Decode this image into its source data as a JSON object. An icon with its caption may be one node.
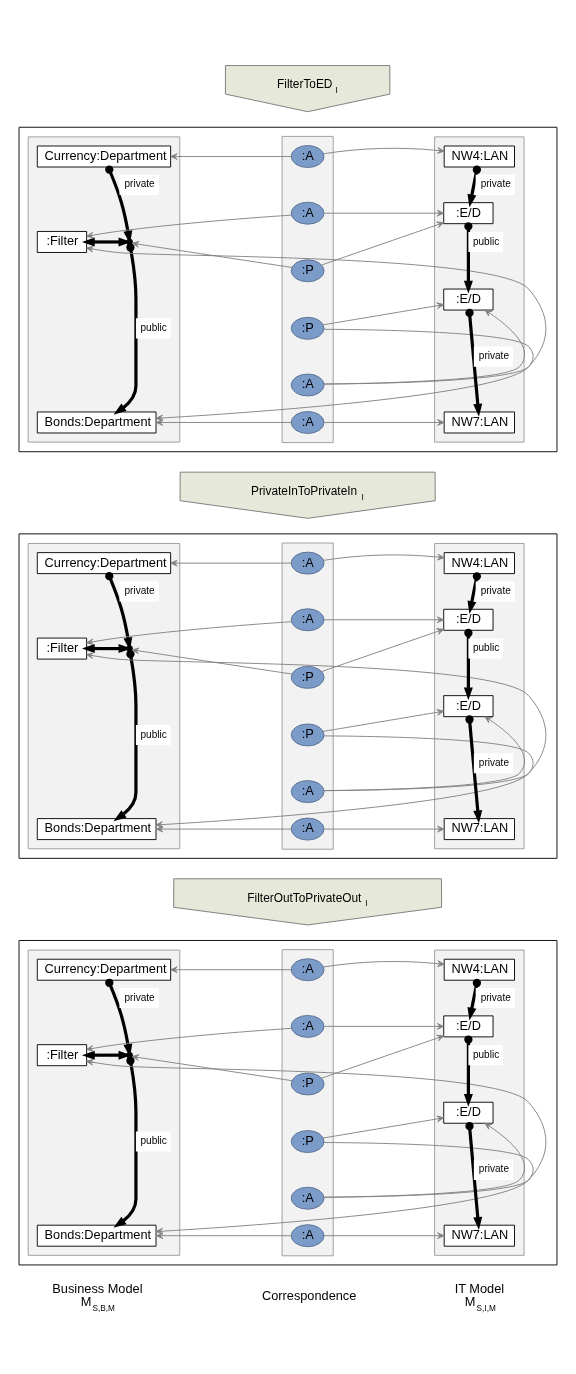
{
  "diagram": {
    "nodes": [
      {
        "text": [
          "FilterToED$_{I}$"
        ]
      },
      {
        "text": [],
        "shape": "box"
      },
      {
        "text": [],
        "shape": "box",
        "in": 1
      },
      {
        "text": [
          "Currency:Department"
        ],
        "in": 2
      },
      {
        "text": [
          ":Filter"
        ],
        "in": 2
      },
      {
        "text": [],
        "shape": "circle",
        "in": 2
      },
      {
        "text": [
          "Bonds:Department"
        ],
        "in": 2
      },
      {
        "text": [],
        "shape": "box",
        "in": 1
      },
      {
        "text": [
          ":A"
        ],
        "in": 7
      },
      {
        "text": [
          ":A"
        ],
        "in": 7
      },
      {
        "text": [
          ":P"
        ],
        "in": 7
      },
      {
        "text": [
          ":P"
        ],
        "in": 7
      },
      {
        "text": [
          ":A"
        ],
        "in": 7
      },
      {
        "text": [
          ":A"
        ],
        "in": 7
      },
      {
        "text": [],
        "shape": "box",
        "in": 1
      },
      {
        "text": [
          "NW4:LAN"
        ],
        "in": 14
      },
      {
        "text": [
          ":E/D"
        ],
        "in": 14
      },
      {
        "text": [
          ":E/D"
        ],
        "in": 14
      },
      {
        "text": [
          "NW7:LAN"
        ],
        "in": 14
      },
      {
        "text": [
          "PrivateInToPrivateIn$_{I}$"
        ]
      },
      {
        "text": [],
        "shape": "box"
      },
      {
        "text": [],
        "shape": "box",
        "in": 20
      },
      {
        "text": [
          "Currency:Department"
        ],
        "in": 21
      },
      {
        "text": [
          ":Filter"
        ],
        "in": 21
      },
      {
        "text": [],
        "shape": "circle",
        "in": 21
      },
      {
        "text": [
          "Bonds:Department"
        ],
        "in": 21
      },
      {
        "text": [],
        "shape": "box",
        "in": 20
      },
      {
        "text": [
          ":A"
        ],
        "in": 26
      },
      {
        "text": [
          ":A"
        ],
        "in": 26
      },
      {
        "text": [
          ":P"
        ],
        "in": 26
      },
      {
        "text": [
          ":P"
        ],
        "in": 26
      },
      {
        "text": [
          ":A"
        ],
        "in": 26
      },
      {
        "text": [
          ":A"
        ],
        "in": 26
      },
      {
        "text": [],
        "shape": "box",
        "in": 20
      },
      {
        "text": [
          "NW4:LAN"
        ],
        "in": 33
      },
      {
        "text": [
          ":E/D"
        ],
        "in": 33
      },
      {
        "text": [
          ":E/D"
        ],
        "in": 33
      },
      {
        "text": [
          "NW7:LAN"
        ],
        "in": 33
      },
      {
        "text": [
          "FilterOutToPrivateOut$_{I}$"
        ]
      },
      {
        "text": [],
        "shape": "box"
      },
      {
        "text": [],
        "shape": "box",
        "in": 39
      },
      {
        "text": [
          "Currency:Department"
        ],
        "in": 40
      },
      {
        "text": [
          ":Filter"
        ],
        "in": 40
      },
      {
        "text": [],
        "shape": "circle",
        "in": 40
      },
      {
        "text": [
          "Bonds:Department"
        ],
        "in": 40
      },
      {
        "text": [],
        "shape": "box",
        "in": 39
      },
      {
        "text": [
          ":A"
        ],
        "in": 45
      },
      {
        "text": [
          ":A"
        ],
        "in": 45
      },
      {
        "text": [
          ":P"
        ],
        "in": 45
      },
      {
        "text": [
          ":P"
        ],
        "in": 45
      },
      {
        "text": [
          ":A"
        ],
        "in": 45
      },
      {
        "text": [
          ":A"
        ],
        "in": 45
      },
      {
        "text": [],
        "shape": "box",
        "in": 39
      },
      {
        "text": [
          "NW4:LAN"
        ],
        "in": 52
      },
      {
        "text": [
          ":E/D"
        ],
        "in": 52
      },
      {
        "text": [
          ":E/D"
        ],
        "in": 52
      },
      {
        "text": [
          "NW7:LAN"
        ],
        "in": 52
      }
    ],
    "edges": [
      {
        "from": 3,
        "to": 5,
        "arrow": "to",
        "label": "private",
        "style": "thick",
        "color": "#000000"
      },
      {
        "from": 5,
        "to": 6,
        "arrow": "to",
        "label": "public",
        "style": "thick",
        "color": "#000000"
      },
      {
        "from": 4,
        "to": 5,
        "arrow": "both",
        "style": "thick",
        "color": "#000000"
      },
      {
        "from": 15,
        "to": 16,
        "arrow": "to",
        "label": "private",
        "style": "thick",
        "color": "#000000"
      },
      {
        "from": 16,
        "to": 17,
        "arrow": "to",
        "label": "public",
        "style": "thick",
        "color": "#000000"
      },
      {
        "from": 17,
        "to": 18,
        "arrow": "to",
        "label": "private",
        "style": "thick",
        "color": "#000000"
      },
      {
        "from": 8,
        "to": 3,
        "arrow": "to"
      },
      {
        "from": 8,
        "to": 15,
        "arrow": "to"
      },
      {
        "from": 9,
        "to": 4,
        "arrow": "to"
      },
      {
        "from": 9,
        "to": 16,
        "arrow": "to"
      },
      {
        "from": 10,
        "to": 5,
        "arrow": "to"
      },
      {
        "from": 10,
        "to": 16,
        "arrow": "to"
      },
      {
        "from": 11,
        "to": 6,
        "arrow": "to"
      },
      {
        "from": 11,
        "to": 17,
        "arrow": "to"
      },
      {
        "from": 12,
        "to": 4,
        "arrow": "to"
      },
      {
        "from": 12,
        "to": 17,
        "arrow": "to"
      },
      {
        "from": 13,
        "to": 6,
        "arrow": "to"
      },
      {
        "from": 13,
        "to": 18,
        "arrow": "to"
      },
      {
        "from": 22,
        "to": 24,
        "arrow": "to",
        "label": "private",
        "style": "thick",
        "color": "#000000"
      },
      {
        "from": 24,
        "to": 25,
        "arrow": "to",
        "label": "public",
        "style": "thick",
        "color": "#000000"
      },
      {
        "from": 23,
        "to": 24,
        "arrow": "both",
        "style": "thick",
        "color": "#000000"
      },
      {
        "from": 34,
        "to": 35,
        "arrow": "to",
        "label": "private",
        "style": "thick",
        "color": "#000000"
      },
      {
        "from": 35,
        "to": 36,
        "arrow": "to",
        "label": "public",
        "style": "thick",
        "color": "#000000"
      },
      {
        "from": 36,
        "to": 37,
        "arrow": "to",
        "label": "private",
        "style": "thick",
        "color": "#000000"
      },
      {
        "from": 27,
        "to": 22,
        "arrow": "to"
      },
      {
        "from": 27,
        "to": 34,
        "arrow": "to"
      },
      {
        "from": 28,
        "to": 23,
        "arrow": "to"
      },
      {
        "from": 28,
        "to": 35,
        "arrow": "to"
      },
      {
        "from": 29,
        "to": 24,
        "arrow": "to"
      },
      {
        "from": 29,
        "to": 35,
        "arrow": "to"
      },
      {
        "from": 30,
        "to": 25,
        "arrow": "to"
      },
      {
        "from": 30,
        "to": 36,
        "arrow": "to"
      },
      {
        "from": 31,
        "to": 23,
        "arrow": "to"
      },
      {
        "from": 31,
        "to": 36,
        "arrow": "to"
      },
      {
        "from": 32,
        "to": 25,
        "arrow": "to"
      },
      {
        "from": 32,
        "to": 37,
        "arrow": "to"
      },
      {
        "from": 41,
        "to": 43,
        "arrow": "to",
        "label": "private",
        "style": "thick",
        "color": "#000000"
      },
      {
        "from": 43,
        "to": 44,
        "arrow": "to",
        "label": "public",
        "style": "thick",
        "color": "#000000"
      },
      {
        "from": 42,
        "to": 43,
        "arrow": "both",
        "style": "thick",
        "color": "#000000"
      },
      {
        "from": 53,
        "to": 54,
        "arrow": "to",
        "label": "private",
        "style": "thick",
        "color": "#000000"
      },
      {
        "from": 54,
        "to": 55,
        "arrow": "to",
        "label": "public",
        "style": "thick",
        "color": "#000000"
      },
      {
        "from": 55,
        "to": 56,
        "arrow": "to",
        "label": "private",
        "style": "thick",
        "color": "#000000"
      },
      {
        "from": 46,
        "to": 41,
        "arrow": "to"
      },
      {
        "from": 46,
        "to": 53,
        "arrow": "to"
      },
      {
        "from": 47,
        "to": 42,
        "arrow": "to"
      },
      {
        "from": 47,
        "to": 54,
        "arrow": "to"
      },
      {
        "from": 48,
        "to": 43,
        "arrow": "to"
      },
      {
        "from": 48,
        "to": 54,
        "arrow": "to"
      },
      {
        "from": 49,
        "to": 44,
        "arrow": "to"
      },
      {
        "from": 49,
        "to": 55,
        "arrow": "to"
      },
      {
        "from": 50,
        "to": 42,
        "arrow": "to"
      },
      {
        "from": 50,
        "to": 55,
        "arrow": "to"
      },
      {
        "from": 51,
        "to": 44,
        "arrow": "to"
      },
      {
        "from": 51,
        "to": 56,
        "arrow": "to"
      }
    ],
    "labels": [
      "Business Model",
      "M$_{S,B,M}$",
      "Correspondence",
      "IT Model",
      "M$_{S,I,M}$"
    ]
  }
}
